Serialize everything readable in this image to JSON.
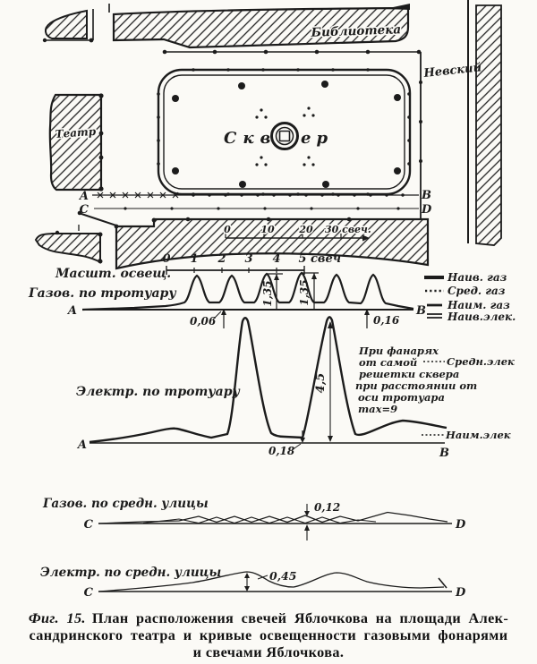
{
  "map": {
    "library": "Библиотека",
    "street": "Невский",
    "theatre": "Театр",
    "square_part1": "Скв",
    "square_part2": "ер",
    "point_a": "A",
    "point_b": "B",
    "point_c": "C",
    "point_d": "D",
    "distance_scale": {
      "t0": "0",
      "t10": "10",
      "t20": "20",
      "t30": "30 свеч."
    }
  },
  "lum_scale": {
    "label": "Масшт. освещ.",
    "ticks": [
      "0",
      "1",
      "2",
      "3",
      "4",
      "5"
    ],
    "unit": "свеч"
  },
  "gas_sidewalk": {
    "label": "Газов. по тротуару",
    "peak": "1,35",
    "min_left": "0,06",
    "min_right": "0,16"
  },
  "legend": {
    "rows": [
      {
        "label": "Наив. газ",
        "style": "thick-solid"
      },
      {
        "label": "Сред. газ",
        "style": "dotted"
      },
      {
        "label": "Наим. газ",
        "style": "dash"
      },
      {
        "label": "Наив.элек.",
        "style": "double-line"
      }
    ]
  },
  "electric_sidewalk": {
    "label": "Электр. по тротуару",
    "peak": "4,5",
    "min": "0,18",
    "note": [
      "При фанарях",
      "от самой",
      "решетки сквера",
      "при расстоянии от",
      "оси тротуара",
      "max=9"
    ],
    "legend_mid": "Средн.элек",
    "legend_min": "Наим.элек"
  },
  "gas_street": {
    "label": "Газов. по средн. улицы",
    "value": "0,12"
  },
  "electric_street": {
    "label": "Электр. по средн. улицы",
    "value": "0,45"
  },
  "figure": {
    "caption_fig": "Фиг. 15.",
    "caption_line1": "План расположения свечей Яблочкова на площади Алек-",
    "caption_line2": "сандринского театра и кривые освещенности газовыми фонарями",
    "caption_line3": "и свечами Яблочкова."
  },
  "chart_data": [
    {
      "type": "line",
      "title": "Газов. по тротуару",
      "section": "A–B",
      "unit": "свеч",
      "n_lamp_peaks": 6,
      "peak_illumination": 1.35,
      "min_between_lamps": 0.06,
      "min_at_right_end": 0.16,
      "legend": [
        "Наив. газ",
        "Сред. газ",
        "Наим. газ",
        "Наив.элек."
      ]
    },
    {
      "type": "line",
      "title": "Электр. по тротуару",
      "section": "A–B",
      "unit": "свеч",
      "n_main_peaks": 2,
      "peak_illumination": 4.5,
      "min_between": 0.18,
      "annotation": "При фанарях от самой решетки сквера при расстоянии от оси тротуара max=9",
      "extra_series": [
        "Средн.элек",
        "Наим.элек"
      ]
    },
    {
      "type": "line",
      "title": "Газов. по средн. улицы",
      "section": "C–D",
      "unit": "свеч",
      "peak_illumination": 0.12
    },
    {
      "type": "line",
      "title": "Электр. по средн. улицы",
      "section": "C–D",
      "unit": "свеч",
      "peak_illumination": 0.45
    },
    {
      "type": "scale",
      "title": "Масшт. освещ.",
      "ticks_candles": [
        0,
        1,
        2,
        3,
        4,
        5
      ],
      "unit": "свеч"
    },
    {
      "type": "scale",
      "title": "масштаб в плане",
      "ticks": [
        0,
        10,
        20,
        30
      ],
      "unit": "свеч."
    }
  ]
}
